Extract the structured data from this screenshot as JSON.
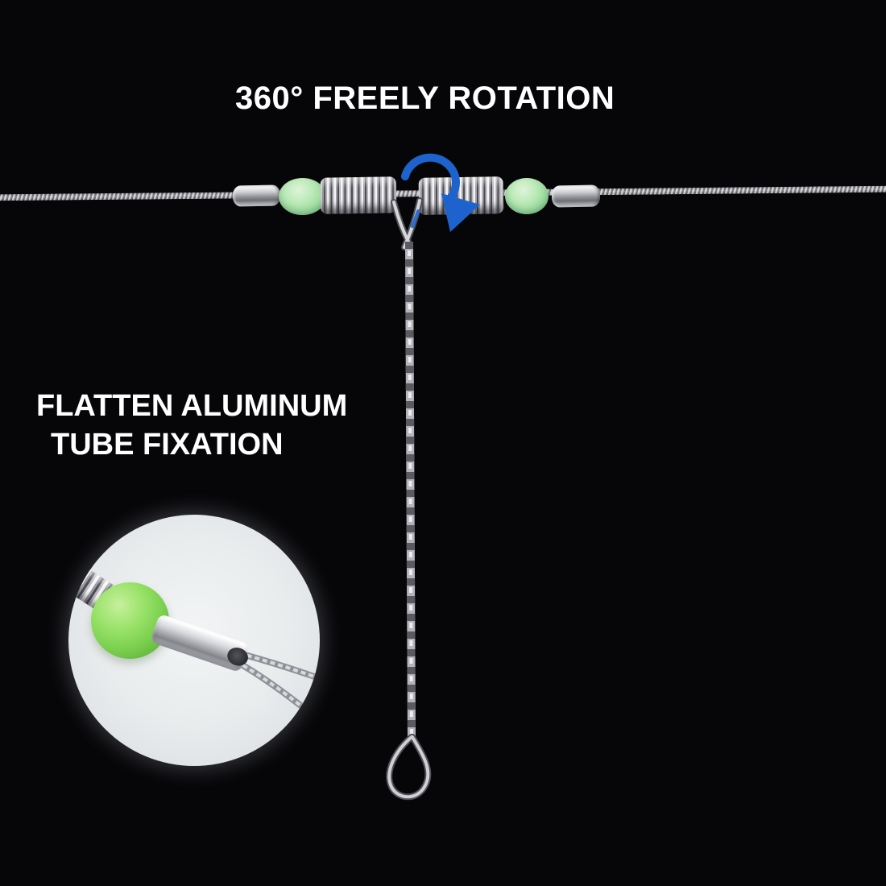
{
  "scene": {
    "background": "#060609",
    "title": "360° FREELY ROTATION",
    "caption": {
      "line1": "FLATTEN ALUMINUM",
      "line2": "TUBE FIXATION"
    }
  },
  "colors": {
    "text_white": "#ffffff",
    "arrow_blue": "#1e63cd",
    "bead_green": "#9ad99f",
    "ball_green": "#7bd04f",
    "metal_silver": "#c2c3c7",
    "inset_background": "#e9eced"
  },
  "icons": {
    "rotation_arrow": "curved-clockwise-arrow"
  }
}
